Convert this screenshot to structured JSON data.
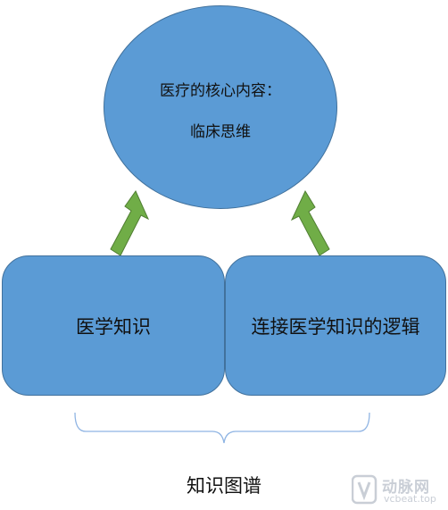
{
  "diagram": {
    "core": {
      "title": "医疗的核心内容：",
      "subtitle": "临床思维"
    },
    "inputs": [
      {
        "label": "医学知识"
      },
      {
        "label": "连接医学知识的逻辑"
      }
    ],
    "caption": "知识图谱"
  },
  "watermark": {
    "title": "动脉网",
    "site": "vcbeat.top"
  },
  "colors": {
    "shape_fill": "#5b9bd5",
    "shape_border": "#41719c",
    "arrow_fill": "#70ad47",
    "arrow_border": "#507e32",
    "brace": "#8fb4e3",
    "watermark": "#c9ced6"
  }
}
